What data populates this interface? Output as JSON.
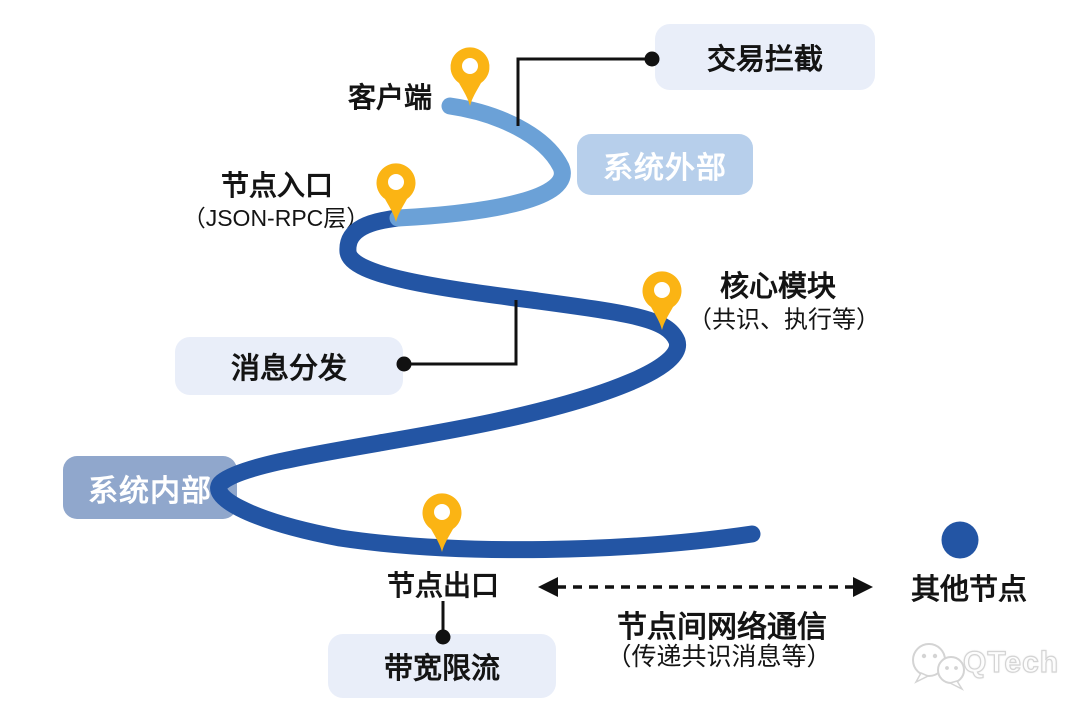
{
  "palette": {
    "path_external": "#6ba1d7",
    "path_internal": "#2355a4",
    "pin_yellow": "#fbb414",
    "badge_external_bg": "#b7cfeb",
    "badge_internal_bg": "#90a7cc",
    "callout_bg": "#e9eef9",
    "connector_black": "#111111",
    "peer_node_blue": "#2355a4",
    "text_color": "#1a1a1a"
  },
  "journey": {
    "client_label": "客户端",
    "entry_label_line1": "节点入口",
    "entry_label_line2": "（JSON-RPC层）",
    "core_label_line1": "核心模块",
    "core_label_line2": "（共识、执行等）",
    "exit_label": "节点出口"
  },
  "zones": {
    "external": "系统外部",
    "internal": "系统内部"
  },
  "callouts": {
    "transaction_intercept": "交易拦截",
    "message_dispatch": "消息分发",
    "bandwidth_throttle": "带宽限流"
  },
  "network_link": {
    "title": "节点间网络通信",
    "subtitle": "（传递共识消息等）",
    "peer_label": "其他节点"
  },
  "watermark": {
    "brand": "QTech"
  },
  "icons": {
    "map_pins": [
      "client-pin",
      "entry-pin",
      "core-pin",
      "exit-pin"
    ],
    "peer_dot": "other-node-dot",
    "wechat": "wechat-logo"
  }
}
